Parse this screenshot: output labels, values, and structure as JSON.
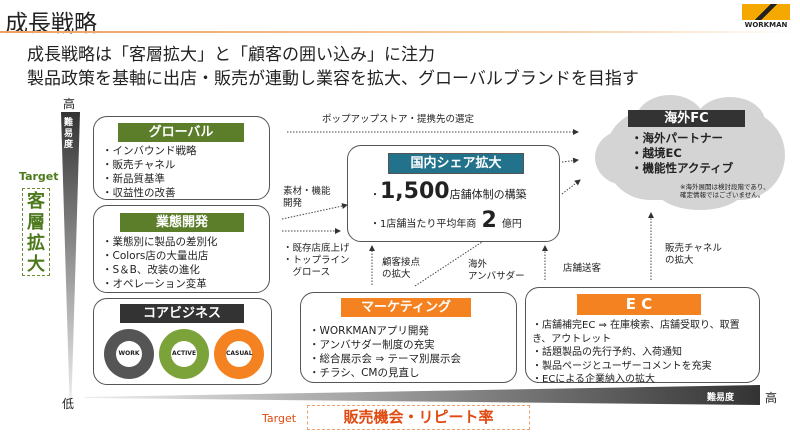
{
  "title": "成長戦略",
  "logo_text": "WORKMAN",
  "subtitle": [
    "成長戦略は「客層拡大」と「顧客の囲い込み」に注力",
    "製品政策を基軸に出店・販売が連動し業容を拡大、グローバルブランドを目指す"
  ],
  "axis": {
    "high": "高",
    "low": "低",
    "difficulty": "難易度",
    "high_x": "高"
  },
  "target_left": {
    "label": "Target",
    "text": "客層拡大"
  },
  "target_bottom": {
    "label": "Target",
    "text": "販売機会・リピート率"
  },
  "global": {
    "header": "グローバル",
    "items": [
      "インバウンド戦略",
      "販売チャネル",
      "新品質基準",
      "収益性の改善"
    ]
  },
  "format": {
    "header": "業態開発",
    "items": [
      "業態別に製品の差別化",
      "Colors店の大量出店",
      "S＆B、改装の進化",
      "オペレーション変革"
    ]
  },
  "core": {
    "header": "コアビジネス",
    "gears": [
      "WORK",
      "ACTIVE",
      "CASUAL"
    ]
  },
  "marketing": {
    "header": "マーケティング",
    "items": [
      "WORKMANアプリ開発",
      "アンバサダー制度の充実",
      "総合展示会 ⇒ テーマ別展示会",
      "チラシ、CMの見直し"
    ]
  },
  "ec": {
    "header": "E C",
    "items": [
      "店舗補完EC ⇒ 在庫検索、店舗受取り、取置き、アウトレット",
      "話題製品の先行予約、入荷通知",
      "製品ページとユーザーコメントを充実",
      "ECによる企業納入の拡大"
    ]
  },
  "domestic": {
    "header": "国内シェア拡大",
    "line1_num": "1,500",
    "line1_text": "店舗体制の構築",
    "line2_pre": "1店舗当たり平均年商",
    "line2_num": "2",
    "line2_post": "億円"
  },
  "overseas": {
    "header": "海外FC",
    "items": [
      "海外パートナー",
      "越境EC",
      "機能性アクティブ"
    ],
    "note": [
      "※海外展開は検討段階であり、",
      "確定情報ではございません。"
    ]
  },
  "labels": {
    "popup": "ポップアップストア・提携先の選定",
    "material": [
      "素材・機能",
      "開発"
    ],
    "existing": [
      "・既存店底上げ",
      "・トップライン",
      "　グロース"
    ],
    "touch": [
      "顧客接点",
      "の拡大"
    ],
    "ambassador": [
      "海外",
      "アンバサダー"
    ],
    "send": "店舗送客",
    "channel": [
      "販売チャネル",
      "の拡大"
    ]
  }
}
